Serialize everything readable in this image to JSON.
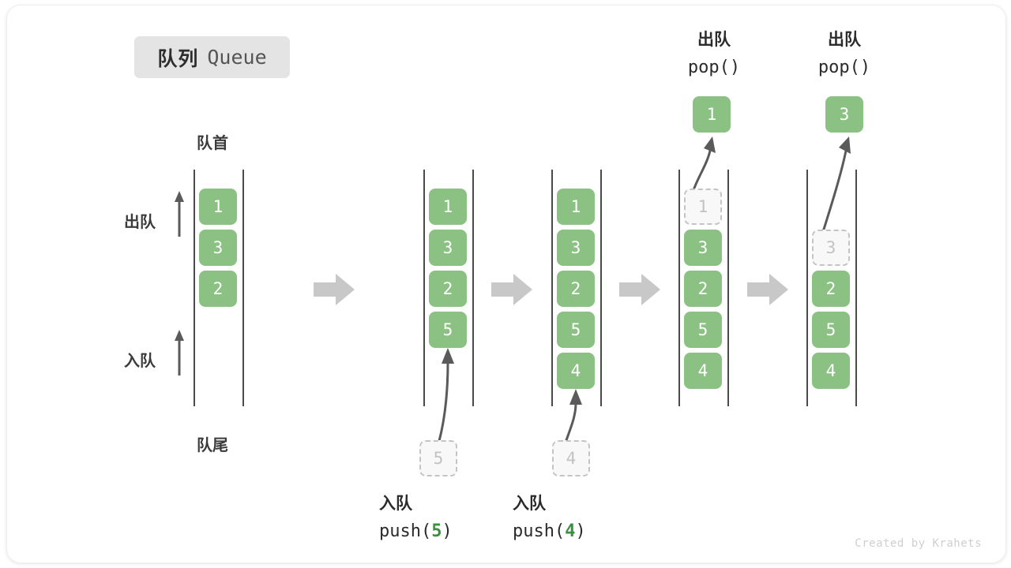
{
  "title": {
    "cn": "队列",
    "en": "Queue"
  },
  "colors": {
    "element_fill": "#8cc184",
    "element_text": "#ffffff",
    "ghost_fill": "#f8f8f8",
    "ghost_border": "#c4c4c4",
    "ghost_text": "#c2c2c2",
    "rail": "#4a4a4a",
    "step_arrow": "#c8c8c8",
    "motion_arrow": "#5a5a5a",
    "accent_green": "#3e8e41",
    "badge_bg": "#e4e4e4",
    "label_text": "#2b2b2b",
    "watermark": "#cfcfcf"
  },
  "labels": {
    "front": "队首",
    "rear": "队尾",
    "dequeue_side": "出队",
    "enqueue_side": "入队"
  },
  "watermark": "Created by Krahets",
  "icons": {
    "step_arrow": "right-arrow-icon",
    "side_arrow_up": "up-arrow-icon",
    "motion_arrow": "curved-arrow-icon"
  },
  "columns": [
    {
      "id": "state-initial",
      "name": "initial-queue",
      "items": [
        {
          "value": "1",
          "state": "filled"
        },
        {
          "value": "3",
          "state": "filled"
        },
        {
          "value": "2",
          "state": "filled"
        }
      ],
      "operation": null,
      "incoming": null,
      "outgoing": null
    },
    {
      "id": "state-after-push-5",
      "name": "queue-after-push-5",
      "items": [
        {
          "value": "1",
          "state": "filled"
        },
        {
          "value": "3",
          "state": "filled"
        },
        {
          "value": "2",
          "state": "filled"
        },
        {
          "value": "5",
          "state": "filled"
        }
      ],
      "operation": {
        "cn": "入队",
        "code_prefix": "push(",
        "arg": "5",
        "code_suffix": ")"
      },
      "incoming": {
        "value": "5",
        "state": "ghost"
      },
      "outgoing": null
    },
    {
      "id": "state-after-push-4",
      "name": "queue-after-push-4",
      "items": [
        {
          "value": "1",
          "state": "filled"
        },
        {
          "value": "3",
          "state": "filled"
        },
        {
          "value": "2",
          "state": "filled"
        },
        {
          "value": "5",
          "state": "filled"
        },
        {
          "value": "4",
          "state": "filled"
        }
      ],
      "operation": {
        "cn": "入队",
        "code_prefix": "push(",
        "arg": "4",
        "code_suffix": ")"
      },
      "incoming": {
        "value": "4",
        "state": "ghost"
      },
      "outgoing": null
    },
    {
      "id": "state-after-pop-1",
      "name": "queue-after-pop-1",
      "items": [
        {
          "value": "1",
          "state": "ghost"
        },
        {
          "value": "3",
          "state": "filled"
        },
        {
          "value": "2",
          "state": "filled"
        },
        {
          "value": "5",
          "state": "filled"
        },
        {
          "value": "4",
          "state": "filled"
        }
      ],
      "operation": {
        "cn": "出队",
        "code_prefix": "pop(",
        "arg": "",
        "code_suffix": ")"
      },
      "incoming": null,
      "outgoing": {
        "value": "1",
        "state": "filled"
      }
    },
    {
      "id": "state-after-pop-3",
      "name": "queue-after-pop-3",
      "items": [
        {
          "value": "",
          "state": "empty"
        },
        {
          "value": "3",
          "state": "ghost"
        },
        {
          "value": "2",
          "state": "filled"
        },
        {
          "value": "5",
          "state": "filled"
        },
        {
          "value": "4",
          "state": "filled"
        }
      ],
      "operation": {
        "cn": "出队",
        "code_prefix": "pop(",
        "arg": "",
        "code_suffix": ")"
      },
      "incoming": null,
      "outgoing": {
        "value": "3",
        "state": "filled"
      }
    }
  ]
}
